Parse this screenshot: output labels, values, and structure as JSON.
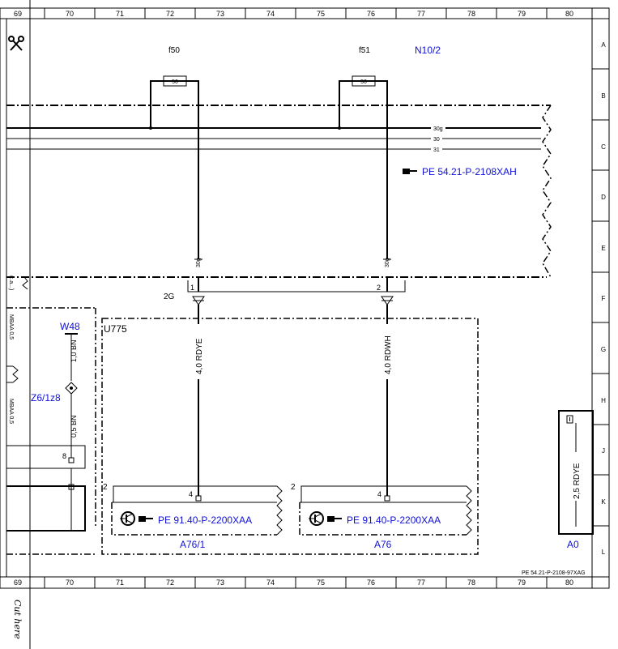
{
  "ruler": {
    "columns": [
      "69",
      "70",
      "71",
      "72",
      "73",
      "74",
      "75",
      "76",
      "77",
      "78",
      "79",
      "80"
    ],
    "rows": [
      "A",
      "B",
      "C",
      "D",
      "E",
      "F",
      "G",
      "H",
      "J",
      "K",
      "L"
    ]
  },
  "fuses": {
    "f50": {
      "label": "f50",
      "rating": "50"
    },
    "f51": {
      "label": "f51",
      "rating": "50"
    },
    "module": "N10/2"
  },
  "bus": {
    "line1": "30g",
    "line2": "30",
    "line3": "31"
  },
  "refs": {
    "main": "PE 54.21-P-2108XAH",
    "a76_1": "PE 91.40-P-2200XAA",
    "a76": "PE 91.40-P-2200XAA",
    "footer": "PE 54.21-P-2108-97XAG"
  },
  "wires": {
    "left_term": "30g",
    "right_term": "30g",
    "left_wire": "4,0 RDYE",
    "right_wire": "4,0 RDWH",
    "connector": "2G",
    "pin1": "1",
    "pin2": "2",
    "w48_upper": "1,0 BN",
    "w48_lower": "0,5 BN",
    "pin8": "8",
    "a0_wire": "2,5 RDYE"
  },
  "components": {
    "w48": "W48",
    "z6": "Z6/1z8",
    "u775": "U775",
    "a76_1": "A76/1",
    "a76": "A76",
    "a0": "A0",
    "a76_1_pin_side": "2",
    "a76_pin_side": "2",
    "a76_1_pin": "4",
    "a76_pin": "4"
  },
  "margin": {
    "cut": "Cut here"
  }
}
